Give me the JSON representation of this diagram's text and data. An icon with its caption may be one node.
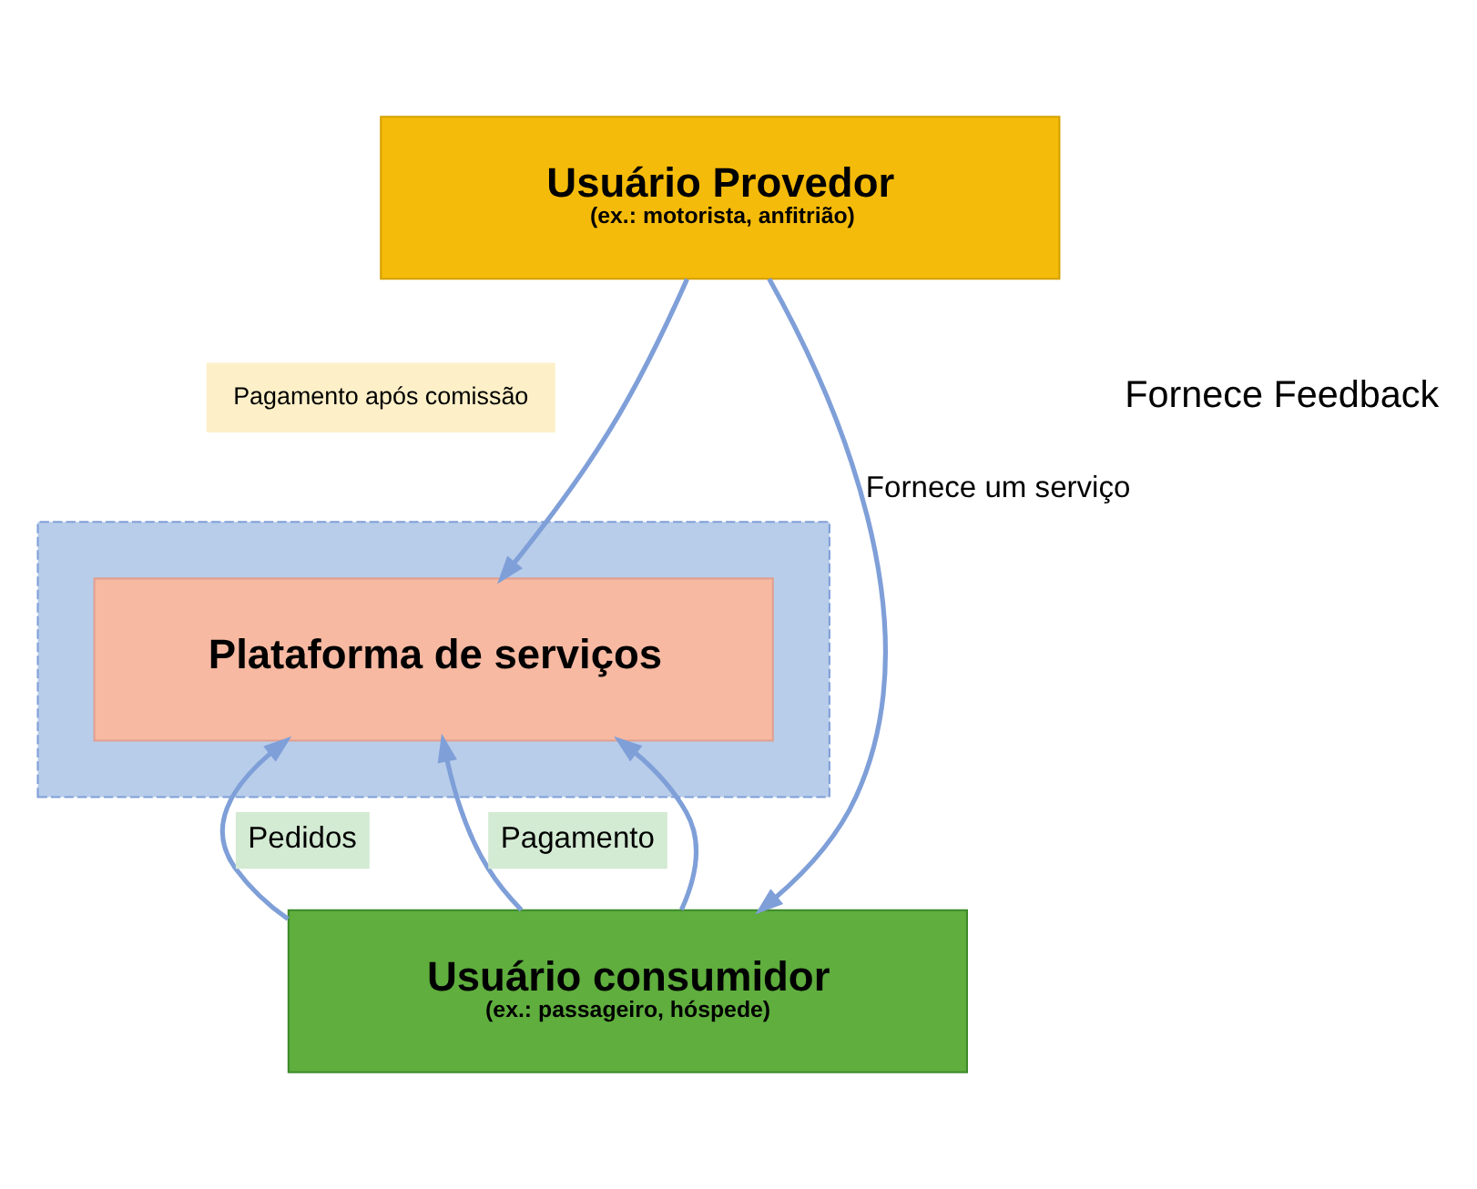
{
  "diagram": {
    "nodes": [
      {
        "text": [
          "Usuário Provedor",
          "(ex.: motorista, anfitrião)"
        ]
      },
      {
        "text": [
          "Pagamento após comissão"
        ]
      },
      {
        "text": [],
        "shape": "box"
      },
      {
        "text": [
          "Plataforma de serviços"
        ],
        "in": 2
      },
      {
        "text": [
          "Usuário consumidor",
          "(ex.: passageiro, hóspede)"
        ]
      }
    ],
    "edges": [
      {
        "from": 0,
        "to": 4,
        "arrow": "to",
        "label": "Fornece um serviço"
      },
      {
        "from": 0,
        "to": 3,
        "arrow": "to"
      },
      {
        "from": 4,
        "to": 3,
        "arrow": "to",
        "label": "Pedidos"
      },
      {
        "from": 4,
        "to": 3,
        "arrow": "to",
        "label": "Pagamento"
      },
      {
        "from": 4,
        "to": 3,
        "arrow": "to"
      }
    ],
    "labels": [
      "Fornece Feedback"
    ]
  }
}
